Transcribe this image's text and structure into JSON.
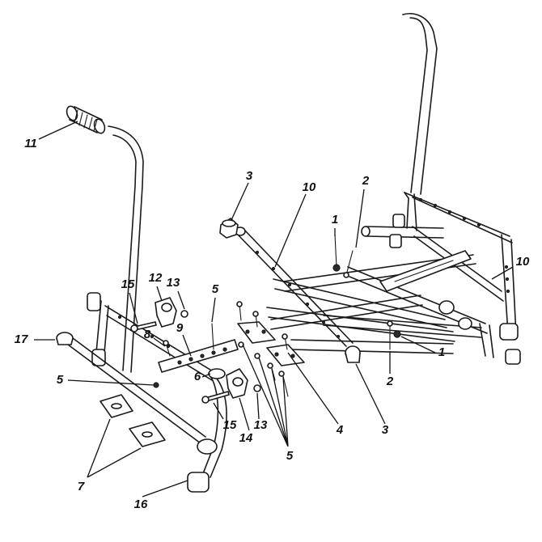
{
  "callouts": [
    {
      "id": "c11",
      "text": "11"
    },
    {
      "id": "c3a",
      "text": "3"
    },
    {
      "id": "c10a",
      "text": "10"
    },
    {
      "id": "c2a",
      "text": "2"
    },
    {
      "id": "c1a",
      "text": "1"
    },
    {
      "id": "c10b",
      "text": "10"
    },
    {
      "id": "c15a",
      "text": "15"
    },
    {
      "id": "c12",
      "text": "12"
    },
    {
      "id": "c13a",
      "text": "13"
    },
    {
      "id": "c5a",
      "text": "5"
    },
    {
      "id": "c17",
      "text": "17"
    },
    {
      "id": "c8",
      "text": "8"
    },
    {
      "id": "c9",
      "text": "9"
    },
    {
      "id": "c6",
      "text": "6"
    },
    {
      "id": "c1b",
      "text": "1"
    },
    {
      "id": "c5b",
      "text": "5"
    },
    {
      "id": "c2b",
      "text": "2"
    },
    {
      "id": "c15b",
      "text": "15"
    },
    {
      "id": "c13b",
      "text": "13"
    },
    {
      "id": "c14",
      "text": "14"
    },
    {
      "id": "c4",
      "text": "4"
    },
    {
      "id": "c3b",
      "text": "3"
    },
    {
      "id": "c5c",
      "text": "5"
    },
    {
      "id": "c7",
      "text": "7"
    },
    {
      "id": "c16",
      "text": "16"
    }
  ],
  "colors": {
    "line": "#1a1a1a",
    "background": "#ffffff"
  }
}
